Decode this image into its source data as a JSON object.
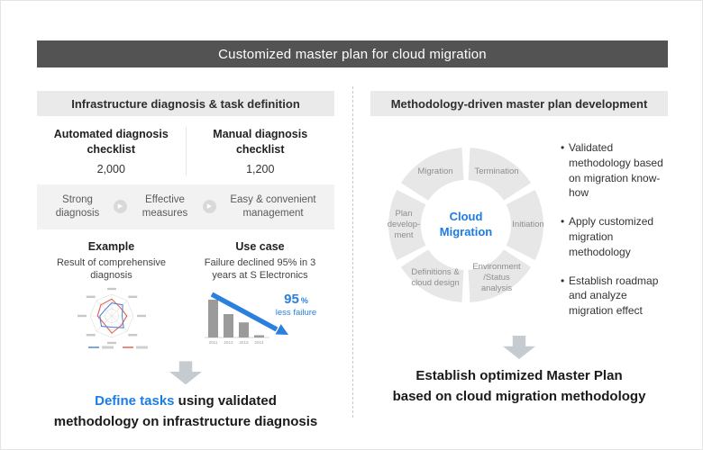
{
  "banner": {
    "title": "Customized master plan for cloud migration"
  },
  "icons": {
    "arrow_right": "▶"
  },
  "left_panel": {
    "header": "Infrastructure diagnosis & task definition",
    "stats": [
      {
        "label": "Automated diagnosis checklist",
        "value": "2,000"
      },
      {
        "label": "Manual diagnosis checklist",
        "value": "1,200"
      }
    ],
    "features": [
      "Strong diagnosis",
      "Effective measures",
      "Easy & convenient management"
    ],
    "example": {
      "title": "Example",
      "subtitle": "Result of comprehensive diagnosis"
    },
    "use_case": {
      "title": "Use case",
      "subtitle": "Failure declined 95% in 3 years at S Electronics",
      "highlight_value": "95",
      "highlight_unit": "%",
      "highlight_label": "less failure"
    },
    "conclusion": {
      "highlight": "Define tasks",
      "line1_rest": " using validated",
      "line2": "methodology on infrastructure diagnosis"
    }
  },
  "right_panel": {
    "header": "Methodology-driven master plan development",
    "cycle": {
      "center": "Cloud Migration",
      "segments": [
        "Migration",
        "Termination",
        "Plan develop- ment",
        "Initiation",
        "Definitions & cloud design",
        "Environment /Status analysis"
      ]
    },
    "bullets": [
      "Validated methodology based on migration know-how",
      "Apply customized migration methodology",
      "Establish roadmap and analyze migration effect"
    ],
    "conclusion": {
      "line1": "Establish optimized Master Plan",
      "line2": "based on cloud migration methodology"
    }
  },
  "chart_data": [
    {
      "type": "radar",
      "location": "left-panel-example",
      "axes": 8,
      "axis_labels_illegible": true,
      "series": [
        {
          "name": "series-red",
          "color": "#dd5a4c",
          "values": [
            78,
            55,
            70,
            62,
            80,
            50,
            66,
            72
          ]
        },
        {
          "name": "series-blue",
          "color": "#4a7fd4",
          "values": [
            60,
            72,
            48,
            78,
            52,
            68,
            55,
            42
          ]
        }
      ]
    },
    {
      "type": "bar",
      "location": "left-panel-usecase",
      "categories": [
        "2011",
        "2012",
        "2013",
        "2014"
      ],
      "values": [
        100,
        62,
        40,
        6
      ],
      "bar_color": "#9b9b9b",
      "trend": "declining",
      "arrow_color": "#2b80dd",
      "annotation": "95 % less failure"
    }
  ],
  "colors": {
    "accent_blue": "#1d7ce2",
    "banner_bg": "#535353",
    "panel_header_bg": "#eaeaea",
    "band_bg": "#f2f2f2",
    "ring_gray": "#e7e7e7",
    "arrow_gray": "#c6cbd0"
  }
}
